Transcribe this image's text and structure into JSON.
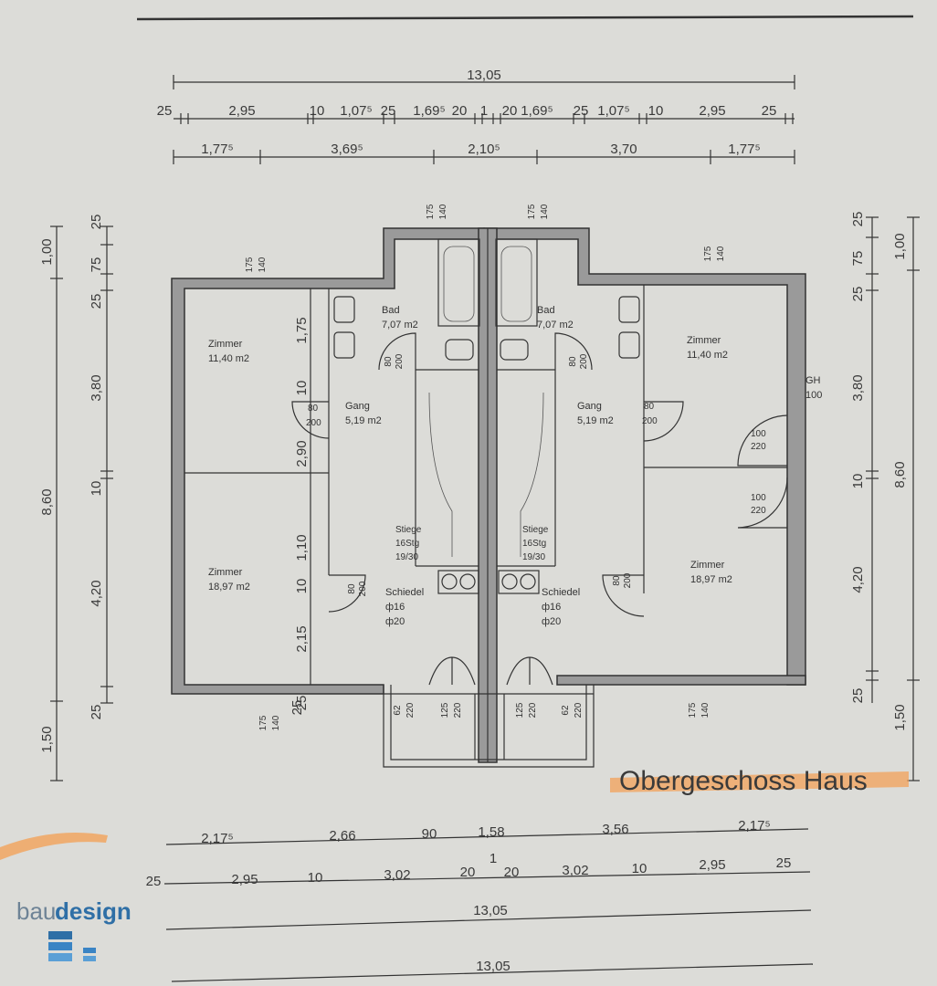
{
  "title": "Obergeschoss Haus",
  "brand": {
    "prefix": "bau",
    "suffix": "design"
  },
  "dims": {
    "top_total": "13,05",
    "top_row2": [
      "25",
      "2,95",
      "10",
      "1,07⁵",
      "25",
      "1,69⁵",
      "20",
      "1",
      "20",
      "1,69⁵",
      "25",
      "1,07⁵",
      "10",
      "2,95",
      "25"
    ],
    "top_row3": [
      "1,77⁵",
      "3,69⁵",
      "2,10⁵",
      "3,70",
      "1,77⁵"
    ],
    "left_outer": [
      "1,00",
      "8,60",
      "1,50"
    ],
    "left_inner": [
      "25",
      "75",
      "25",
      "3,80",
      "10",
      "4,20",
      "25"
    ],
    "inner_left": [
      "1,75",
      "10",
      "2,90",
      "1,10",
      "10",
      "2,15",
      "25"
    ],
    "right_outer": [
      "1,00",
      "8,60",
      "1,50"
    ],
    "right_inner": [
      "25",
      "75",
      "25",
      "3,80",
      "10",
      "4,20",
      "25"
    ],
    "bottom_row1": [
      "2,17⁵",
      "2,66",
      "90",
      "1,58",
      "3,56",
      "2,17⁵"
    ],
    "bottom_row2": [
      "25",
      "2,95",
      "10",
      "3,02",
      "20",
      "1",
      "20",
      "3,02",
      "10",
      "2,95",
      "25"
    ],
    "bottom_total1": "13,05",
    "bottom_total2": "13,05",
    "window_marks": [
      "175",
      "140",
      "25"
    ]
  },
  "rooms": {
    "zimmer_tl": {
      "name": "Zimmer",
      "area": "11,40 m2"
    },
    "zimmer_bl": {
      "name": "Zimmer",
      "area": "18,97 m2"
    },
    "bad_l": {
      "name": "Bad",
      "area": "7,07 m2"
    },
    "gang_l": {
      "name": "Gang",
      "area": "5,19 m2"
    },
    "bad_r": {
      "name": "Bad",
      "area": "7,07 m2"
    },
    "gang_r": {
      "name": "Gang",
      "area": "5,19 m2"
    },
    "zimmer_tr": {
      "name": "Zimmer",
      "area": "11,40 m2"
    },
    "zimmer_br": {
      "name": "Zimmer",
      "area": "18,97 m2"
    },
    "gh": {
      "name": "GH",
      "value": "100"
    },
    "stiege_l": [
      "Stiege",
      "16Stg",
      "19/30"
    ],
    "stiege_r": [
      "Stiege",
      "16Stg",
      "19/30"
    ],
    "schiedel_l": [
      "Schiedel",
      "ф16",
      "ф20"
    ],
    "schiedel_r": [
      "Schiedel",
      "ф16",
      "ф20"
    ]
  },
  "openings": {
    "door_80_200": [
      "80",
      "200"
    ],
    "door_100_220": [
      "100",
      "220"
    ],
    "balcony_125_220": [
      "125",
      "220"
    ],
    "balcony_62_220": [
      "62",
      "220"
    ]
  }
}
